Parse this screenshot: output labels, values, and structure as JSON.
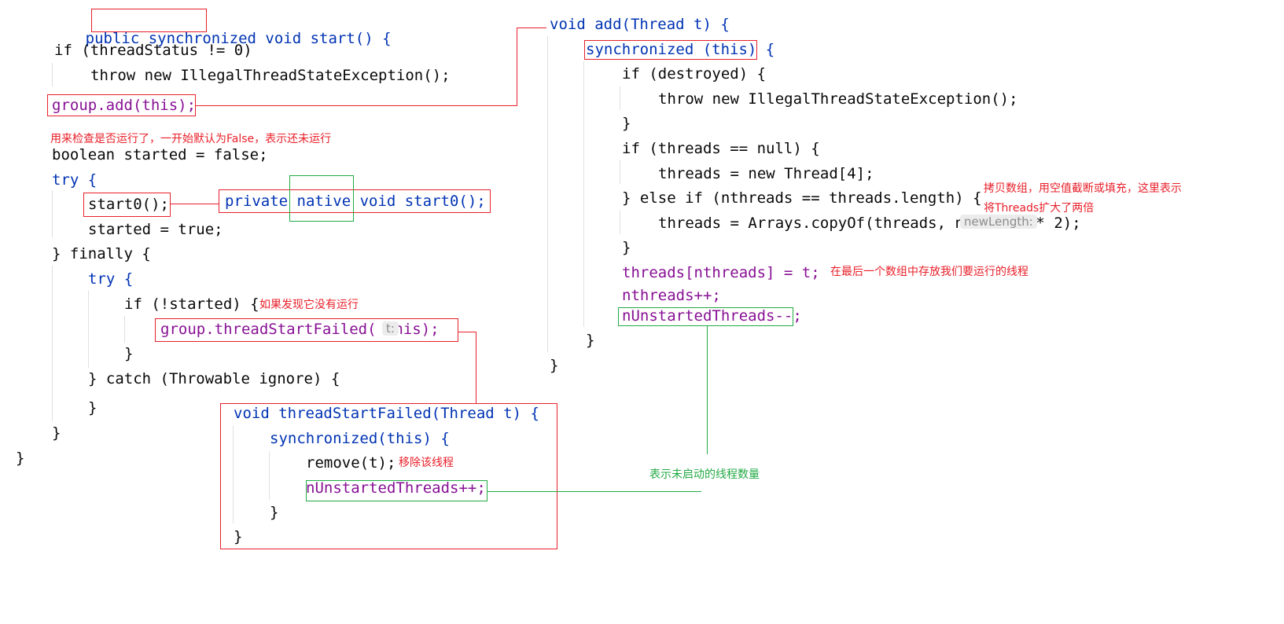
{
  "panels": {
    "start_method": {
      "lines": [
        "public synchronized void start() {",
        "if (threadStatus != 0)",
        "throw new IllegalThreadStateException();",
        "group.add(this);",
        "boolean started = false;",
        "try {",
        "start0();",
        "started = true;",
        "} finally {",
        "try {",
        "if (!started) {",
        "group.threadStartFailed( this);",
        "}",
        "} catch (Throwable ignore) {",
        "}",
        "}",
        "}"
      ],
      "param_hint": "t:"
    },
    "native_decl": {
      "line": "private native void start0();"
    },
    "add_method": {
      "lines": [
        "void add(Thread t) {",
        "synchronized (this) {",
        "if (destroyed) {",
        "throw new IllegalThreadStateException();",
        "}",
        "if (threads == null) {",
        "threads = new Thread[4];",
        "} else if (nthreads == threads.length) {",
        "threads = Arrays.copyOf(threads, nthreads * 2);",
        "}",
        "threads[nthreads] = t;",
        "nthreads++;",
        "nUnstartedThreads--;",
        "}",
        "}"
      ],
      "param_hint": "newLength:"
    },
    "thread_start_failed": {
      "lines": [
        "void threadStartFailed(Thread t) {",
        "synchronized(this) {",
        "remove(t);",
        "nUnstartedThreads++;",
        "}",
        "}"
      ]
    }
  },
  "annotations": {
    "started_flag": "用来检查是否运行了，一开始默认为False，表示还未运行",
    "not_running": "如果发现它没有运行",
    "copy_array_line1": "拷贝数组，用空值截断或填充，这里表示",
    "copy_array_line2": "将Threads扩大了两倍",
    "store_last": "在最后一个数组中存放我们要运行的线程",
    "remove_thread": "移除该线程",
    "unstarted_count": "表示未启动的线程数量"
  },
  "colors": {
    "keyword": "#0033b3",
    "method": "#00627a",
    "field": "#871094",
    "number": "#1750eb",
    "red_annotation": "#e8202a",
    "green_annotation": "#22aa44"
  }
}
